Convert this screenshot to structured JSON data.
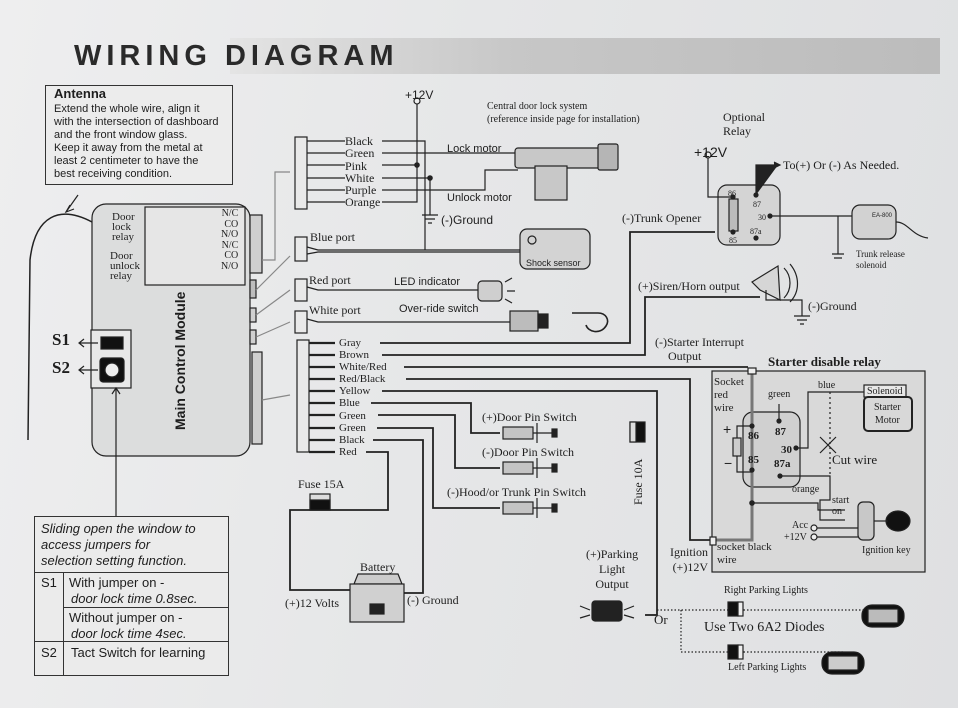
{
  "title": "WIRING DIAGRAM",
  "antenna_note": {
    "heading": "Antenna",
    "lines": [
      "Extend the whole wire, align it",
      "with the intersection of dashboard",
      "and the front window glass.",
      "Keep it away from the metal at",
      "least 2 centimeter to have the",
      "best receiving condition."
    ]
  },
  "main_module": {
    "label": "Main Control Module",
    "relays": [
      {
        "name_lines": [
          "Door",
          "lock",
          "relay"
        ],
        "contacts": [
          "N/C",
          "CO",
          "N/O"
        ]
      },
      {
        "name_lines": [
          "Door",
          "unlock",
          "relay"
        ],
        "contacts": [
          "N/C",
          "CO",
          "N/O"
        ]
      }
    ],
    "switch_labels": [
      "S1",
      "S2"
    ]
  },
  "door_lock_connector": {
    "wires": [
      "Black",
      "Green",
      "Pink",
      "White",
      "Purple",
      "Orange"
    ],
    "supply": "+12V",
    "lock_motor": "Lock motor",
    "unlock_motor": "Unlock motor",
    "ground": "(-)Ground",
    "system_title": "Central door lock system",
    "system_note": "(reference inside page for installation)"
  },
  "ports": [
    {
      "port": "Blue port",
      "device": "Shock sensor"
    },
    {
      "port": "Red port",
      "device": "LED indicator"
    },
    {
      "port": "White port",
      "device": "Over-ride switch"
    }
  ],
  "optional_relay": {
    "title_lines": [
      "Optional",
      "Relay"
    ],
    "supply": "+12V",
    "pins": [
      "86",
      "87",
      "30",
      "85",
      "87a"
    ],
    "to_label": "To(+) Or (-) As Needed.",
    "trunk_opener": "(-)Trunk Opener",
    "solenoid_label_lines": [
      "Trunk release",
      "solenoid"
    ],
    "solenoid_model": "EA-800"
  },
  "siren": {
    "label": "(+)Siren/Horn output",
    "ground": "(-)Ground"
  },
  "starter_interrupt_lines": [
    "(-)Starter Interrupt",
    "Output"
  ],
  "main_harness": {
    "wires": [
      "Gray",
      "Brown",
      "White/Red",
      "Red/Black",
      "Yellow",
      "Blue",
      "Green",
      "Green",
      "Black",
      "Red"
    ]
  },
  "pin_switches": [
    "(+)Door Pin Switch",
    "(-)Door Pin Switch",
    "(-)Hood/or Trunk Pin Switch"
  ],
  "power": {
    "fuse_main": "Fuse 15A",
    "battery": "Battery",
    "positive": "(+)12 Volts",
    "negative": "(-) Ground",
    "fuse_parking": "Fuse 10A"
  },
  "parking": {
    "output_lines": [
      "(+)Parking",
      "Light",
      "Output"
    ],
    "or_label": "Or",
    "right": "Right Parking Lights",
    "left": "Left Parking Lights",
    "diodes": "Use Two 6A2 Diodes"
  },
  "ignition_lines": [
    "Ignition",
    "(+)12V"
  ],
  "starter_relay": {
    "title": "Starter disable relay",
    "socket_red_lines": [
      "Socket",
      "red",
      "wire"
    ],
    "socket_black_lines": [
      "socket black",
      "wire"
    ],
    "green": "green",
    "blue": "blue",
    "orange": "orange",
    "pins": [
      "86",
      "87",
      "30",
      "85",
      "87a"
    ],
    "plus": "+",
    "minus": "−",
    "solenoid": "Solenoid",
    "motor_lines": [
      "Starter",
      "Motor"
    ],
    "cut_wire": "Cut wire",
    "start": "start",
    "on": "on",
    "acc": "Acc",
    "v12": "+12V",
    "ignition_key": "Ignition key"
  },
  "jumper_table": {
    "intro_lines": [
      "Sliding open the window to",
      "access jumpers for",
      "selection setting function."
    ],
    "s1": "S1",
    "s1_with": "With jumper on -",
    "s1_with_value": "door lock time 0.8sec.",
    "s1_without": "Without jumper on -",
    "s1_without_value": "door lock time 4sec.",
    "s2": "S2",
    "s2_desc": "Tact Switch for learning"
  },
  "colors": {
    "ink": "#1e1e1e",
    "paper": "#e6e7e8",
    "panel": "#d9dadb",
    "title_band": "#c2c2c2"
  }
}
